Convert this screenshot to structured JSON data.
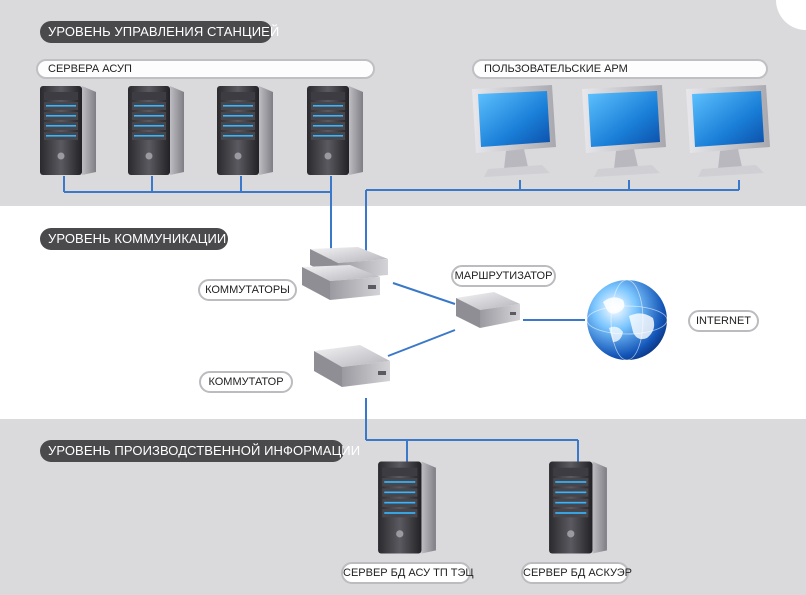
{
  "levels": {
    "station_control": "УРОВЕНЬ УПРАВЛЕНИЯ СТАНЦИЕЙ",
    "communication": "УРОВЕНЬ КОММУНИКАЦИИ",
    "production_info": "УРОВЕНЬ ПРОИЗВОДСТВЕННОЙ ИНФОРМАЦИИ"
  },
  "groups": {
    "asup_servers": "СЕРВЕРА АСУП",
    "user_workstations": "ПОЛЬЗОВАТЕЛЬСКИЕ АРМ"
  },
  "nodes": {
    "switches": "КОММУТАТОРЫ",
    "switch": "КОММУТАТОР",
    "router": "МАРШРУТИЗАТОР",
    "internet": "INTERNET",
    "db_server_asu": "СЕРВЕР БД АСУ ТП ТЭЦ",
    "db_server_askue": "СЕРВЕР БД АСКУЭР"
  },
  "colors": {
    "band": "#dadadd",
    "pill": "#4a4a4d",
    "link": "#3a78c9",
    "server_light": "#35b6ff"
  }
}
